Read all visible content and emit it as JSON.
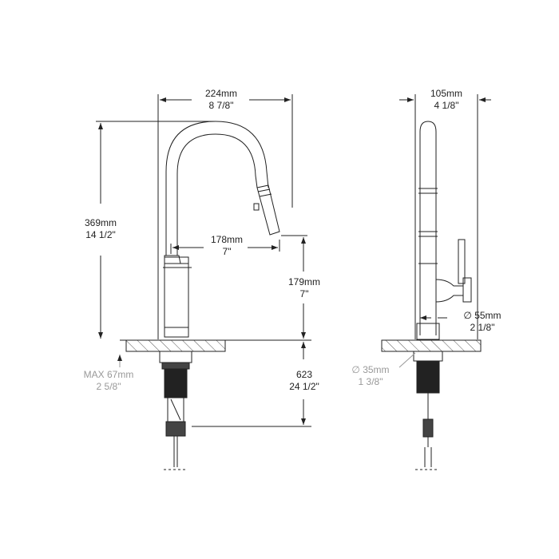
{
  "front_view": {
    "width": {
      "mm": "224mm",
      "in": "8 7/8\""
    },
    "height": {
      "mm": "369mm",
      "in": "14 1/2\""
    },
    "reach": {
      "mm": "178mm",
      "in": "7\""
    },
    "spout_clearance": {
      "mm": "179mm",
      "in": "7\""
    },
    "max_deck": {
      "mm": "MAX 67mm",
      "in": "2 5/8\""
    },
    "hose_length": {
      "mm": "623",
      "in": "24 1/2\""
    }
  },
  "side_view": {
    "depth": {
      "mm": "105mm",
      "in": "4 1/8\""
    },
    "base_diameter": {
      "mm": "∅ 55mm",
      "in": "2 1/8\""
    },
    "hole_diameter": {
      "mm": "∅ 35mm",
      "in": "1 3/8\""
    }
  }
}
